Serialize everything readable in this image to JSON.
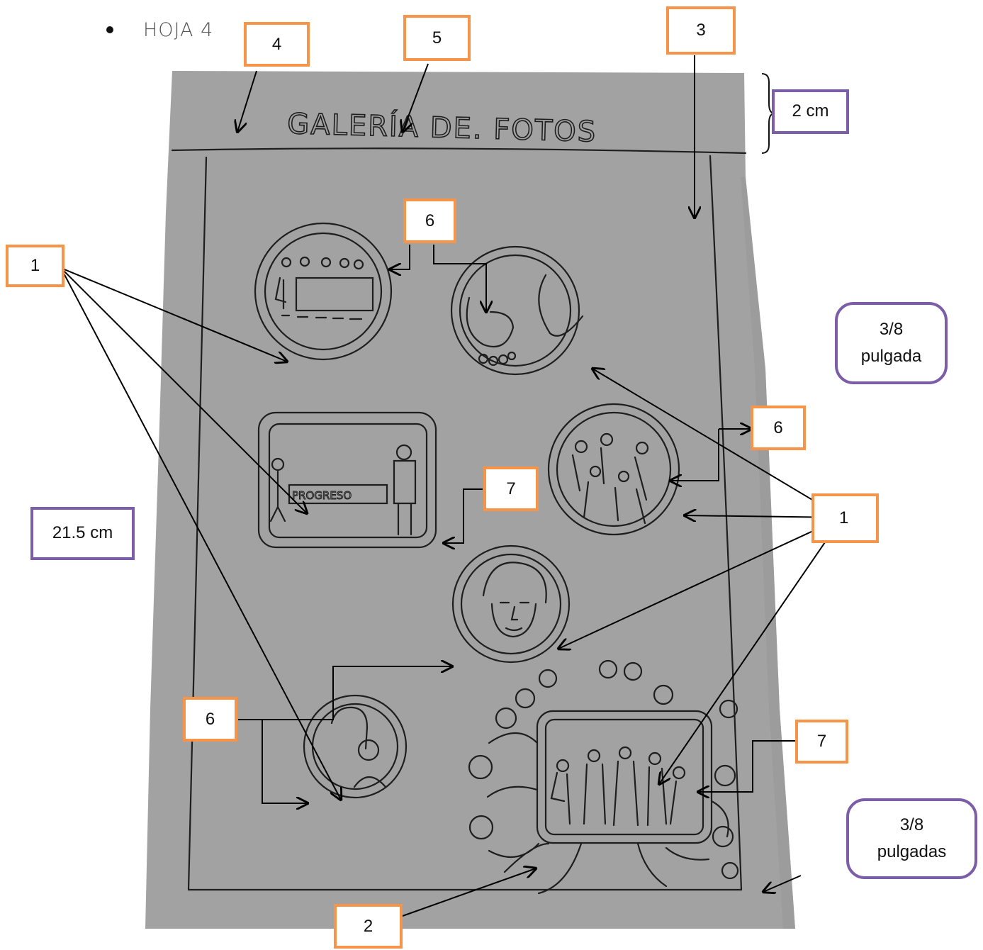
{
  "header": {
    "bullet_text": "HOJA 4"
  },
  "sketch": {
    "page_title": "GALERÍA DE. FOTOS",
    "banner_text": "PROGRESO"
  },
  "callouts": {
    "c1_left": "1",
    "c1_right": "1",
    "c2": "2",
    "c3": "3",
    "c4": "4",
    "c5": "5",
    "c6_top": "6",
    "c6_right": "6",
    "c6_bottom": "6",
    "c7_mid": "7",
    "c7_bottom": "7"
  },
  "measurements": {
    "header_height": "2 cm",
    "page_height": "21.5 cm",
    "right_margin_line1": "3/8",
    "right_margin_line2": "pulgada",
    "bottom_margin_line1": "3/8",
    "bottom_margin_line2": "pulgadas"
  },
  "colors": {
    "annotation_box": "#f6954a",
    "measure_box": "#7b5ea7",
    "paper": "#a3a2a3",
    "pencil": "#1e1e1e"
  }
}
